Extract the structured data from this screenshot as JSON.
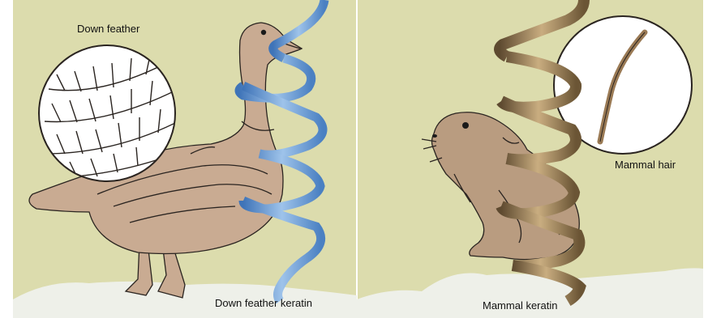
{
  "labels": {
    "down_feather": "Down feather",
    "mammal_hair": "Mammal hair",
    "down_feather_keratin": "Down feather keratin",
    "mammal_keratin": "Mammal keratin"
  },
  "colors": {
    "background": "#dcdcad",
    "ground": "#eef0e9",
    "goose_body": "#c9ab92",
    "prairie_dog": "#b99c80",
    "blue_helix": "#6f9fd4",
    "brown_helix": "#9a8058",
    "outline": "#2a2420"
  },
  "icons": {
    "bird": "goose",
    "mammal": "prairie-dog",
    "feather_zoom": "down-feather-inset",
    "hair_zoom": "hair-inset"
  }
}
